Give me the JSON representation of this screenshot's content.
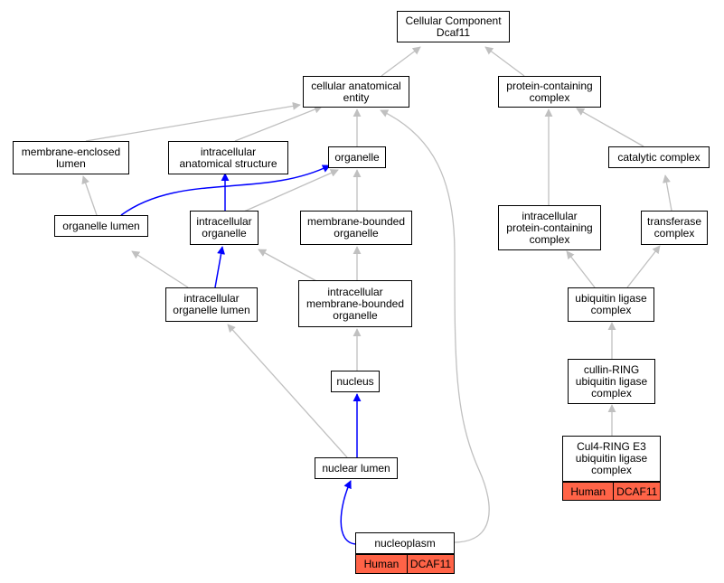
{
  "colors": {
    "grey_edge": "#c0c0c0",
    "blue_edge": "#0000ff",
    "annotation": "#ff6347"
  },
  "nodes": {
    "root": "Cellular Component\nDcaf11",
    "cae": "cellular anatomical\nentity",
    "pcc": "protein-containing\ncomplex",
    "mel": "membrane-enclosed\nlumen",
    "ias": "intracellular\nanatomical structure",
    "organelle": "organelle",
    "catalytic": "catalytic complex",
    "olumen": "organelle lumen",
    "iorg": "intracellular\norganelle",
    "mbo": "membrane-bounded\norganelle",
    "ipcc": "intracellular\nprotein-containing\ncomplex",
    "transferase": "transferase\ncomplex",
    "iol": "intracellular\norganelle lumen",
    "imbo": "intracellular\nmembrane-bounded\norganelle",
    "ulc": "ubiquitin ligase\ncomplex",
    "nucleus": "nucleus",
    "crl": "cullin-RING\nubiquitin ligase\ncomplex",
    "nlumen": "nuclear lumen",
    "cul4": "Cul4-RING E3\nubiquitin ligase\ncomplex",
    "nucleoplasm": "nucleoplasm"
  },
  "annotations": {
    "nucleoplasm": {
      "species": "Human",
      "gene": "DCAF11"
    },
    "cul4": {
      "species": "Human",
      "gene": "DCAF11"
    }
  }
}
